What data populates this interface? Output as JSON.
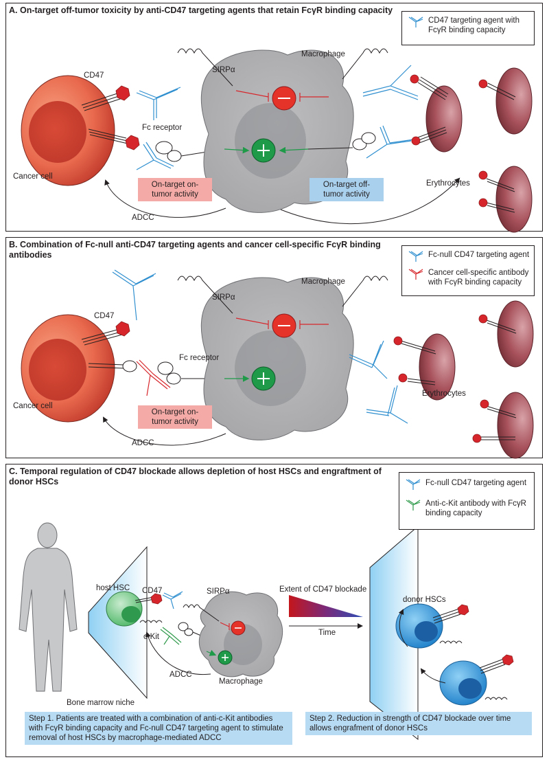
{
  "panelA": {
    "title": "A. On-target off-tumor toxicity by anti-CD47 targeting agents that retain FcγR binding capacity",
    "legend": {
      "item1": "CD47 targeting agent with FcγR binding capacity"
    },
    "labels": {
      "cd47": "CD47",
      "sirpa": "SIRPα",
      "macrophage": "Macrophage",
      "fc_receptor": "Fc receptor",
      "cancer_cell": "Cancer cell",
      "erythrocytes": "Erythrocytes",
      "adcc": "ADCC"
    },
    "boxes": {
      "on_tumor": "On-target on-tumor activity",
      "off_tumor": "On-target off-tumor activity"
    }
  },
  "panelB": {
    "title": "B. Combination of Fc-null anti-CD47 targeting agents and cancer cell-specific FcγR binding antibodies",
    "legend": {
      "item1": "Fc-null CD47 targeting agent",
      "item2": "Cancer cell-specific antibody with FcγR binding capacity"
    },
    "labels": {
      "cd47": "CD47",
      "sirpa": "SIRPα",
      "macrophage": "Macrophage",
      "fc_receptor": "Fc receptor",
      "cancer_cell": "Cancer cell",
      "erythrocytes": "Erythrocytes",
      "adcc": "ADCC"
    },
    "boxes": {
      "on_tumor": "On-target on-tumor activity"
    }
  },
  "panelC": {
    "title": "C. Temporal regulation of CD47 blockade allows depletion of host HSCs and engraftment of donor HSCs",
    "legend": {
      "item1": "Fc-null CD47 targeting agent",
      "item2": "Anti-c-Kit antibody with FcγR binding capacity"
    },
    "labels": {
      "host_hsc": "host HSC",
      "cd47": "CD47",
      "sirpa": "SIRPα",
      "ckit": "c-Kit",
      "adcc": "ADCC",
      "macrophage": "Macrophage",
      "bone_marrow": "Bone marrow niche",
      "extent": "Extent of CD47 blockade",
      "time": "Time",
      "donor_hscs": "donor HSCs"
    },
    "step1": "Step 1. Patients are treated with a combination of anti-c-Kit antibodies with FcγR binding capacity and Fc-null CD47 targeting agent to stimulate removal of host HSCs by macrophage-mediated ADCC",
    "step2": "Step 2. Reduction in strength of CD47 blockade over time allows engrafment of donor HSCs"
  },
  "colors": {
    "cd47_agent": "#2f8fcf",
    "cancer_antibody": "#d7262b",
    "ckit_antibody": "#2e9a4a",
    "inhibit": "#d7262b",
    "activate": "#1e9a48"
  }
}
